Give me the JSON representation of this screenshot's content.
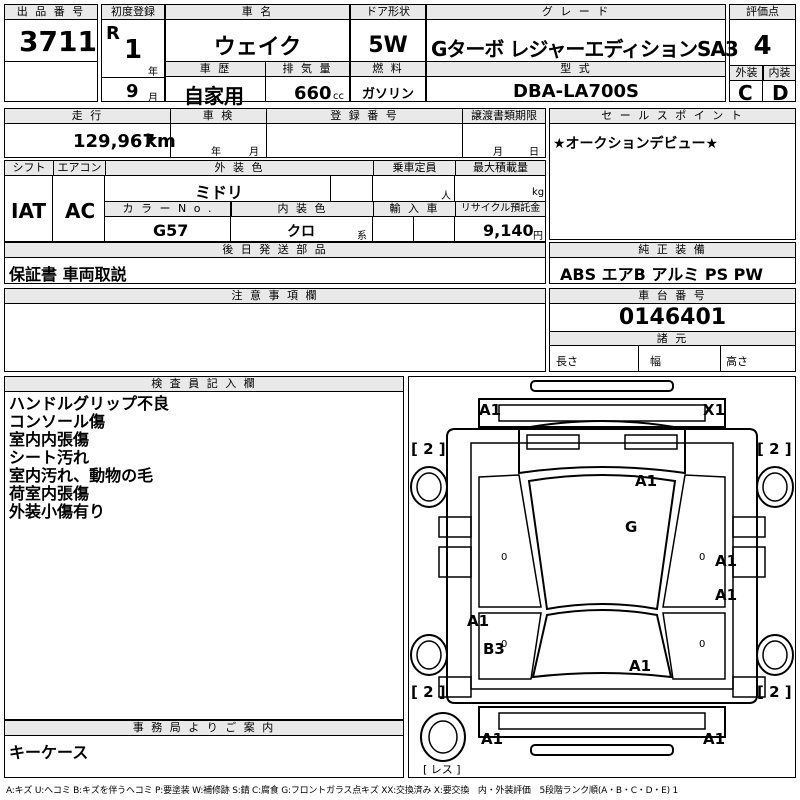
{
  "header": {
    "lot_label": "出 品 番 号",
    "lot_no": "3711",
    "first_reg_label": "初度登録",
    "era": "R",
    "year": "1",
    "year_unit": "年",
    "month": "9",
    "month_unit": "月",
    "car_name_label": "車 名",
    "car_name": "ウェイク",
    "history_label": "車 歴",
    "history": "自家用",
    "displacement_label": "排 気 量",
    "displacement": "660",
    "displacement_unit": "cc",
    "door_label": "ドア形状",
    "door": "5W",
    "fuel_label": "燃 料",
    "fuel": "ガソリン",
    "grade_label": "グ レ ー ド",
    "grade": "Gターボ レジャーエディションSA3",
    "model_label": "型 式",
    "model": "DBA-LA700S",
    "score_label": "評価点",
    "score": "4",
    "exterior_label": "外装",
    "exterior": "C",
    "interior_label": "内装",
    "interior": "D"
  },
  "row2": {
    "mileage_label": "走 行",
    "mileage": "129,967",
    "mileage_unit": "km",
    "inspection_label": "車 検",
    "inspection_year_unit": "年",
    "inspection_month_unit": "月",
    "plate_label": "登 録 番 号",
    "transfer_label": "譲渡書類期限",
    "transfer_month_unit": "月",
    "transfer_day_unit": "日",
    "sales_label": "セ ー ル ス ポ イ ン ト",
    "sales_point": "★オークションデビュー★"
  },
  "row3": {
    "shift_label": "シフト",
    "shift": "IAT",
    "ac_label": "エアコン",
    "ac": "AC",
    "ext_color_label": "外 装 色",
    "ext_color": "ミドリ",
    "capacity_label": "乗車定員",
    "capacity_unit": "人",
    "load_label": "最大積載量",
    "load_unit": "kg",
    "color_no_label": "カ ラ ー N o .",
    "color_no": "G57",
    "int_color_label": "内 装 色",
    "int_color": "クロ",
    "int_color_unit": "系",
    "import_label": "輸 入 車",
    "recycle_label": "リサイクル預託金",
    "recycle": "9,140",
    "recycle_unit": "円"
  },
  "later": {
    "label": "後 日 発 送 部 品",
    "value": "保証書 車両取説"
  },
  "equipment": {
    "label": "純 正 装 備",
    "value": "ABS エアB アルミ PS PW"
  },
  "caution": {
    "label": "注 意 事 項 欄"
  },
  "chassis": {
    "label": "車 台 番 号",
    "value": "0146401",
    "dims_label": "諸 元",
    "length": "長さ",
    "width": "幅",
    "height": "高さ"
  },
  "inspector": {
    "label": "検 査 員 記 入 欄",
    "notes": [
      "ハンドルグリップ不良",
      "コンソール傷",
      "室内内張傷",
      "シート汚れ",
      "室内汚れ、動物の毛",
      "荷室内張傷",
      "外装小傷有り"
    ]
  },
  "office": {
    "label": "事 務 局 よ り ご 案 内",
    "value": "キーケース"
  },
  "diagram": {
    "marks": [
      "A1",
      "X1",
      "A1",
      "G",
      "A1",
      "A1",
      "A1",
      "B3",
      "A1",
      "A1",
      "A1"
    ],
    "brackets": [
      "[ 2 ]",
      "[ 2 ]",
      "[ 2 ]",
      "[ 2 ]"
    ],
    "small": [
      "0",
      "0",
      "0",
      "0"
    ],
    "les": "[ レス ]"
  },
  "legend": "A:キズ U:ヘコミ B:キズを伴うヘコミ P:要塗装 W:補修跡 S:錆 C:腐食 G:フロントガラス点キズ XX:交換済み X:要交換　内・外装評価　5段階ランク順(A・B・C・D・E) 1"
}
